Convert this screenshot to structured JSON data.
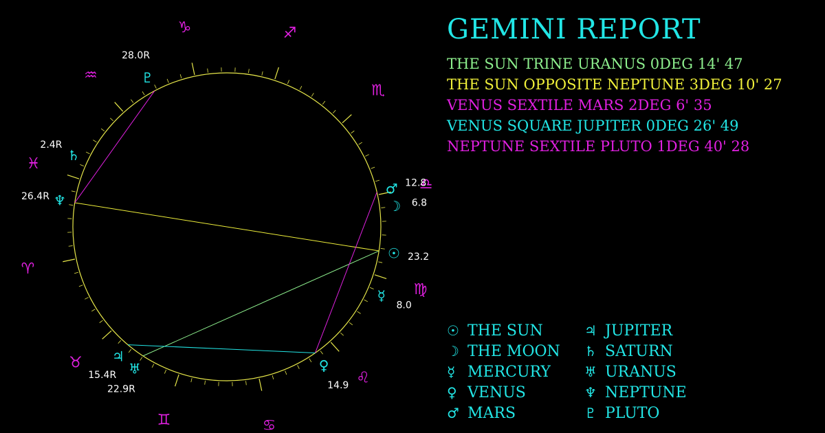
{
  "title": "GEMINI REPORT",
  "colors": {
    "background": "#000000",
    "wheel": "#e8e84a",
    "planet": "#22e6e6",
    "sign": "#e020e0",
    "degree_text": "#ffffff"
  },
  "aspects": [
    {
      "text": "THE SUN TRINE URANUS 0DEG 14' 47",
      "color": "#8ef08e"
    },
    {
      "text": "THE SUN OPPOSITE NEPTUNE 3DEG 10' 27",
      "color": "#f0f03a"
    },
    {
      "text": "VENUS SEXTILE MARS 2DEG 6' 35",
      "color": "#e020e0"
    },
    {
      "text": "VENUS SQUARE JUPITER 0DEG 26' 49",
      "color": "#22e6e6"
    },
    {
      "text": "NEPTUNE SEXTILE PLUTO 1DEG 40' 28",
      "color": "#e020e0"
    }
  ],
  "legend": [
    {
      "glyph": "☉",
      "name": "THE SUN",
      "icon": "sun-icon"
    },
    {
      "glyph": "☽",
      "name": "THE MOON",
      "icon": "moon-icon"
    },
    {
      "glyph": "☿",
      "name": "MERCURY",
      "icon": "mercury-icon"
    },
    {
      "glyph": "♀",
      "name": "VENUS",
      "icon": "venus-icon"
    },
    {
      "glyph": "♂",
      "name": "MARS",
      "icon": "mars-icon"
    },
    {
      "glyph": "♃",
      "name": "JUPITER",
      "icon": "jupiter-icon"
    },
    {
      "glyph": "♄",
      "name": "SATURN",
      "icon": "saturn-icon"
    },
    {
      "glyph": "♅",
      "name": "URANUS",
      "icon": "uranus-icon"
    },
    {
      "glyph": "♆",
      "name": "NEPTUNE",
      "icon": "neptune-icon"
    },
    {
      "glyph": "♇",
      "name": "PLUTO",
      "icon": "pluto-icon"
    }
  ],
  "signs": [
    {
      "glyph": "♑",
      "name": "capricorn",
      "angle": 102
    },
    {
      "glyph": "♐",
      "name": "sagittarius",
      "angle": 72
    },
    {
      "glyph": "♏",
      "name": "scorpio",
      "angle": 42
    },
    {
      "glyph": "♎",
      "name": "libra",
      "angle": 12
    },
    {
      "glyph": "♍",
      "name": "virgo",
      "angle": -18
    },
    {
      "glyph": "♌",
      "name": "leo",
      "angle": -48
    },
    {
      "glyph": "♋",
      "name": "cancer",
      "angle": -78
    },
    {
      "glyph": "♊",
      "name": "gemini",
      "angle": -108
    },
    {
      "glyph": "♉",
      "name": "taurus",
      "angle": -138
    },
    {
      "glyph": "♈",
      "name": "aries",
      "angle": 192
    },
    {
      "glyph": "♓",
      "name": "pisces",
      "angle": 162
    },
    {
      "glyph": "♒",
      "name": "aquarius",
      "angle": 132
    }
  ],
  "planets": [
    {
      "key": "pluto",
      "glyph": "♇",
      "degree": "28.0R",
      "angle": 118
    },
    {
      "key": "saturn",
      "glyph": "♄",
      "degree": "2.4R",
      "angle": 155
    },
    {
      "key": "neptune",
      "glyph": "♆",
      "degree": "26.4R",
      "angle": 171
    },
    {
      "key": "mars",
      "glyph": "♂",
      "degree": "12.8",
      "angle": 13
    },
    {
      "key": "moon",
      "glyph": "☽",
      "degree": "6.8",
      "angle": 7
    },
    {
      "key": "sun",
      "glyph": "☉",
      "degree": "23.2",
      "angle": -9
    },
    {
      "key": "mercury",
      "glyph": "☿",
      "degree": "8.0",
      "angle": -24
    },
    {
      "key": "venus",
      "glyph": "♀",
      "degree": "14.9",
      "angle": -55
    },
    {
      "key": "jupiter",
      "glyph": "♃",
      "degree": "15.4R",
      "angle": -130
    },
    {
      "key": "uranus",
      "glyph": "♅",
      "degree": "22.9R",
      "angle": -123
    }
  ],
  "aspect_lines": [
    {
      "from": "sun",
      "to": "uranus",
      "color": "#8ef08e"
    },
    {
      "from": "sun",
      "to": "neptune",
      "color": "#f0f03a"
    },
    {
      "from": "venus",
      "to": "mars",
      "color": "#e020e0"
    },
    {
      "from": "venus",
      "to": "jupiter",
      "color": "#22e6e6"
    },
    {
      "from": "neptune",
      "to": "pluto",
      "color": "#e020e0"
    }
  ]
}
